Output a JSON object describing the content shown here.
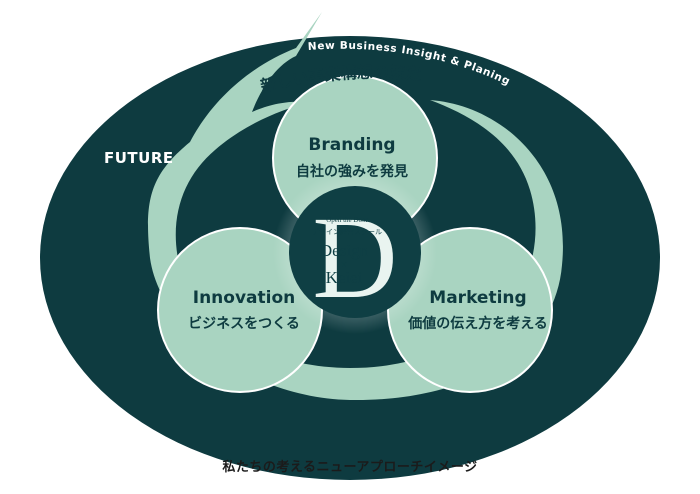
{
  "colors": {
    "outer": "#0e3b40",
    "pale": "#a9d4c1",
    "pale_stroke": "#ffffff",
    "inner": "#0f3f44",
    "text_dark": "#0e3b40",
    "text_light": "#ffffff"
  },
  "arrow_label_en": "New Business Insight & Planing",
  "arrow_label_jp": "新しい事業構想の策定",
  "future_label": "FUTURE",
  "circles": {
    "branding": {
      "title": "Branding",
      "subtitle": "自社の強みを発見"
    },
    "innovation": {
      "title": "Innovation",
      "subtitle": "ビジネスをつくる"
    },
    "marketing": {
      "title": "Marketing",
      "subtitle": "価値の伝え方を考える"
    }
  },
  "logo": {
    "letter": "D",
    "tagline": "Open the Door",
    "school": "デザイン経営スクール",
    "word1": "Design",
    "cross": "×",
    "word2": "Keiei"
  },
  "caption": "私たちの考えるニューアプローチイメージ"
}
